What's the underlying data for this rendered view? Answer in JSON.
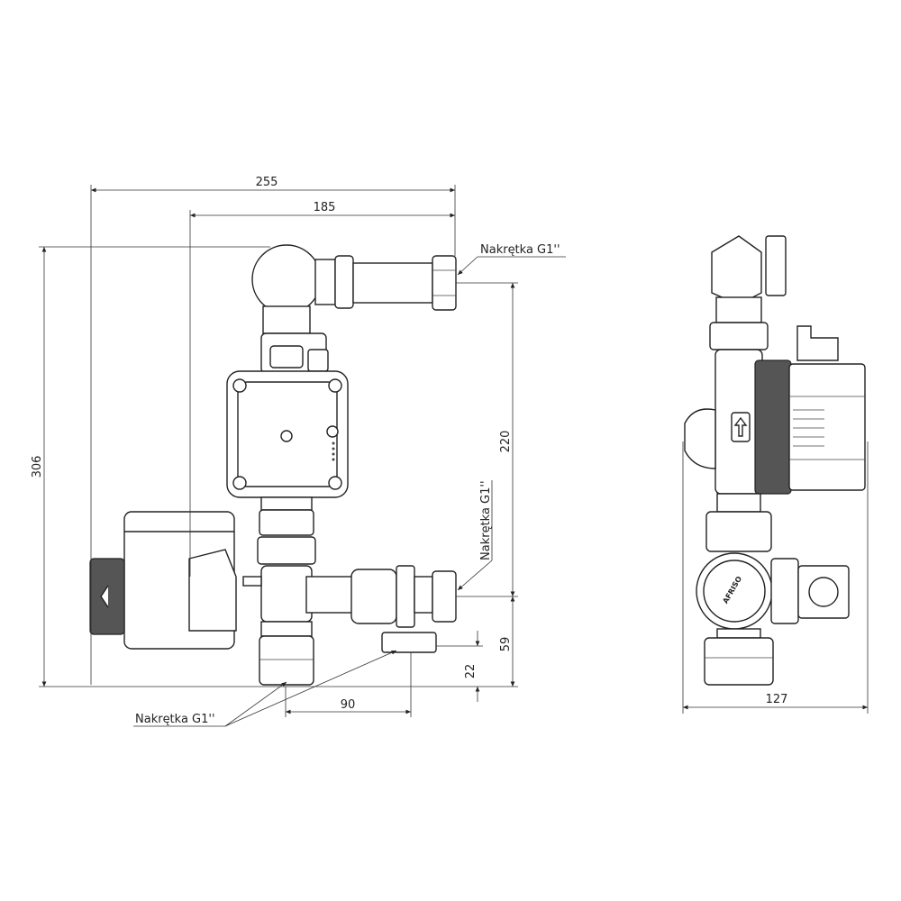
{
  "drawing": {
    "dimensions": {
      "overall_width": "255",
      "inner_width": "185",
      "overall_height": "306",
      "pump_height": "220",
      "outlet_height": "59",
      "bottom_offset": "22",
      "port_spacing": "90",
      "side_depth": "127"
    },
    "callouts": {
      "top_nut": "Nakrętka G1''",
      "right_nut": "Nakrętka G1''",
      "bottom_nut": "Nakrętka G1''"
    },
    "dial_brand": "AFRISO"
  }
}
